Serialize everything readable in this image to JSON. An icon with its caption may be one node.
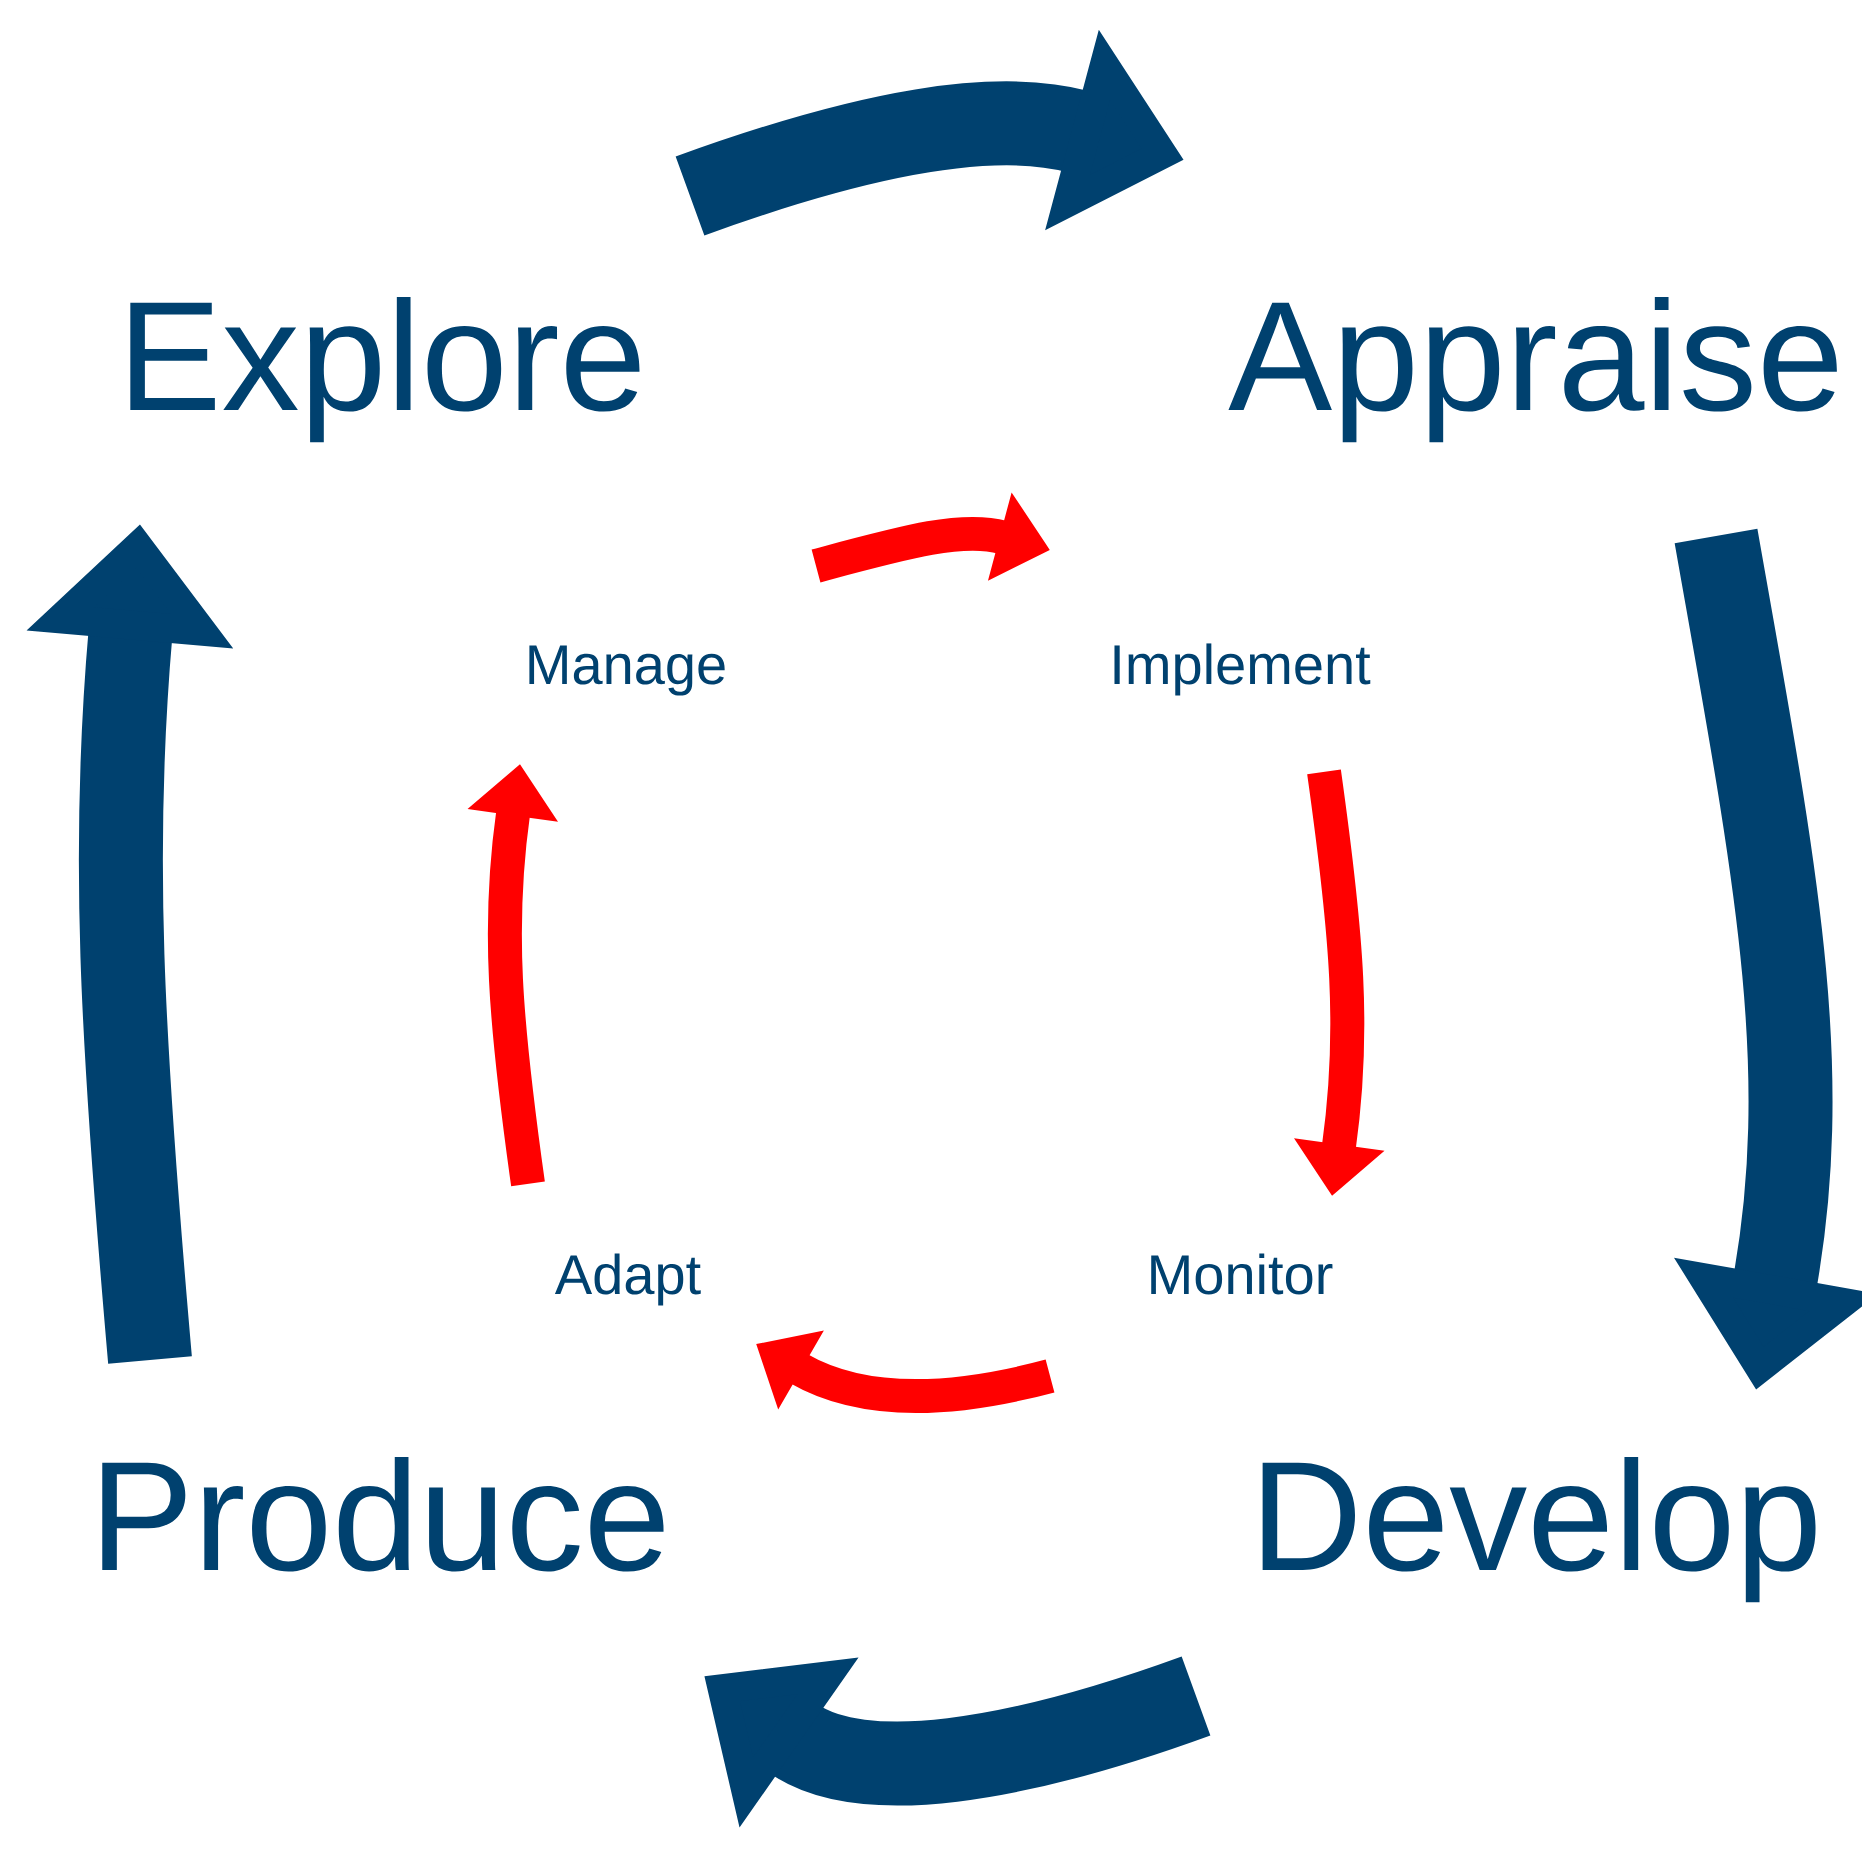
{
  "diagram": {
    "nodes": [
      {
        "text": [
          "Explore"
        ]
      },
      {
        "text": [
          "Appraise"
        ]
      },
      {
        "text": [
          "Develop"
        ]
      },
      {
        "text": [
          "Produce"
        ]
      },
      {
        "text": [
          "Manage"
        ]
      },
      {
        "text": [
          "Implement"
        ]
      },
      {
        "text": [
          "Monitor"
        ]
      },
      {
        "text": [
          "Adapt"
        ]
      }
    ],
    "edges": [
      {
        "from": 0,
        "to": 1,
        "arrow": "to",
        "style": "thick"
      },
      {
        "from": 1,
        "to": 2,
        "arrow": "to",
        "style": "thick"
      },
      {
        "from": 2,
        "to": 3,
        "arrow": "to",
        "style": "thick"
      },
      {
        "from": 3,
        "to": 0,
        "arrow": "to",
        "style": "thick"
      },
      {
        "from": 4,
        "to": 5,
        "arrow": "to",
        "color": "#ff0000"
      },
      {
        "from": 5,
        "to": 6,
        "arrow": "to",
        "color": "#ff0000"
      },
      {
        "from": 6,
        "to": 7,
        "arrow": "to",
        "color": "#ff0000"
      },
      {
        "from": 7,
        "to": 4,
        "arrow": "to",
        "color": "#ff0000"
      }
    ]
  }
}
